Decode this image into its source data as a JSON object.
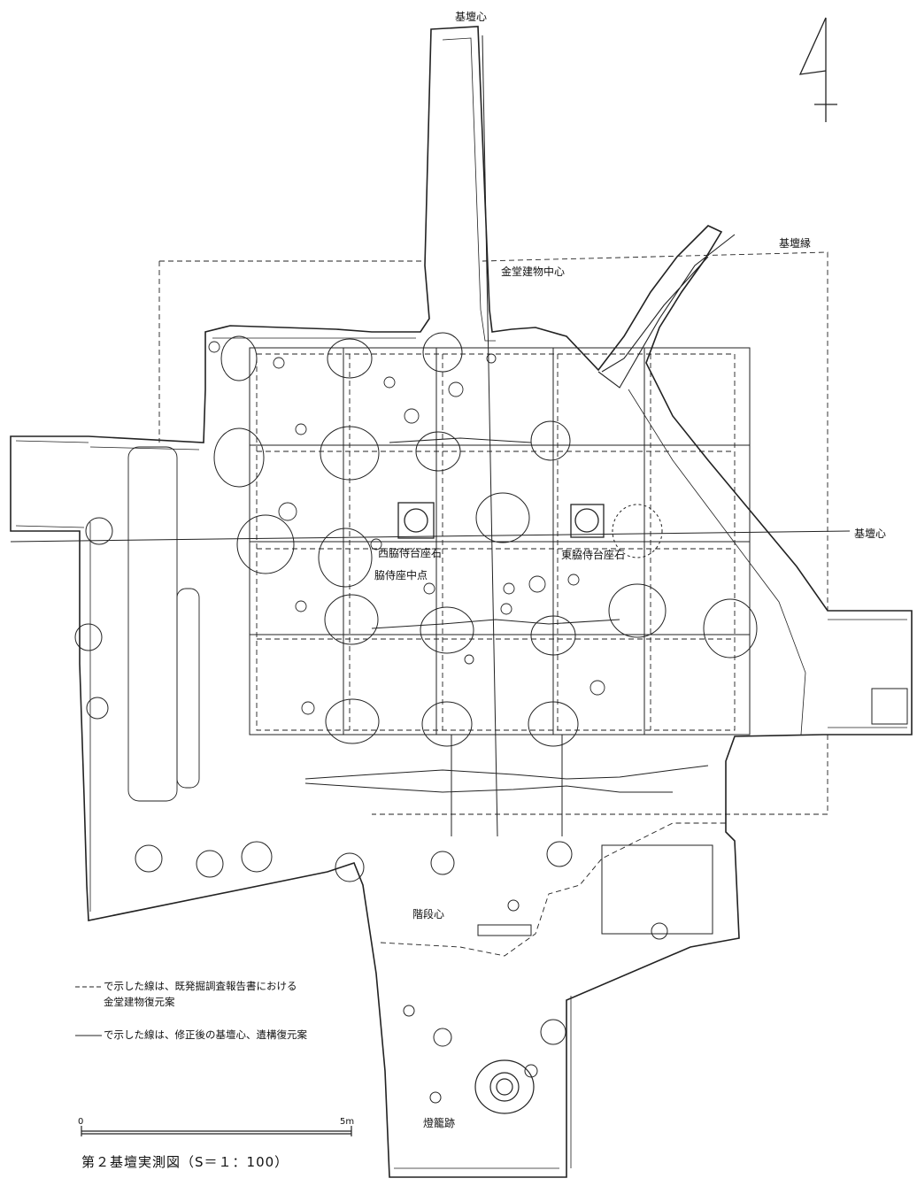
{
  "labels": {
    "kidan_center_top": "基壇心",
    "kidan_edge": "基壇縁",
    "kondo_center": "金堂建物中心",
    "kidan_center_right": "基壇心",
    "west_stone": "西脇侍台座石",
    "east_stone": "東脇侍台座石",
    "waki_center": "脇侍座中点",
    "stair_center": "階段心",
    "lantern": "燈籠跡"
  },
  "legend": {
    "dashed_line1": "で示した線は、既発掘調査報告書における",
    "dashed_line2": "金堂建物復元案",
    "solid_line": "で示した線は、修正後の基壇心、遺構復元案"
  },
  "scale": {
    "start": "0",
    "end": "5m"
  },
  "title": "第２基壇実測図（S＝１：100）"
}
